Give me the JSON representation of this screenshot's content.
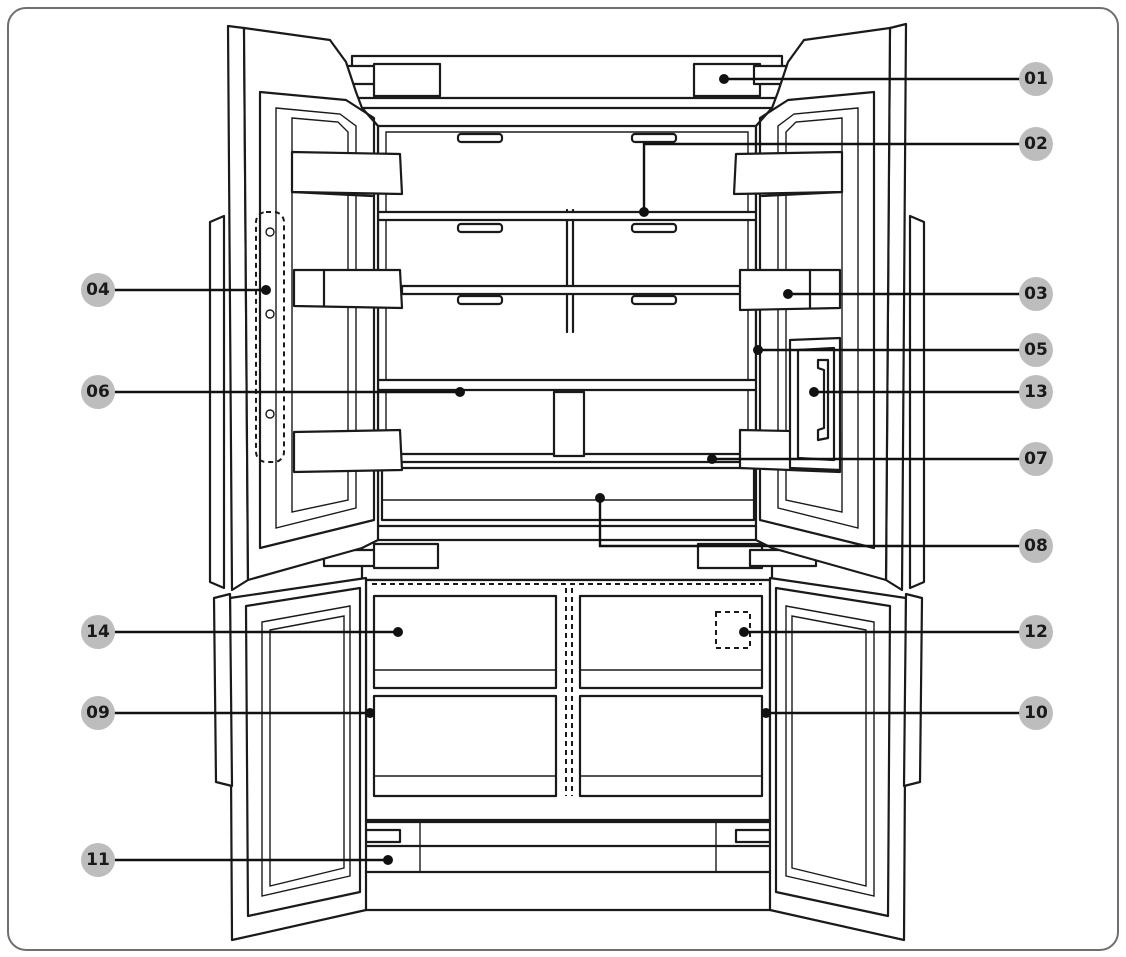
{
  "callouts": [
    {
      "id": "c01",
      "label": "01"
    },
    {
      "id": "c02",
      "label": "02"
    },
    {
      "id": "c03",
      "label": "03"
    },
    {
      "id": "c04",
      "label": "04"
    },
    {
      "id": "c05",
      "label": "05"
    },
    {
      "id": "c06",
      "label": "06"
    },
    {
      "id": "c07",
      "label": "07"
    },
    {
      "id": "c08",
      "label": "08"
    },
    {
      "id": "c09",
      "label": "09"
    },
    {
      "id": "c10",
      "label": "10"
    },
    {
      "id": "c11",
      "label": "11"
    },
    {
      "id": "c12",
      "label": "12"
    },
    {
      "id": "c13",
      "label": "13"
    },
    {
      "id": "c14",
      "label": "14"
    }
  ],
  "colors": {
    "line": "#1a1a1a",
    "badge": "#bdbdbd",
    "frame": "#6f6f6f"
  }
}
